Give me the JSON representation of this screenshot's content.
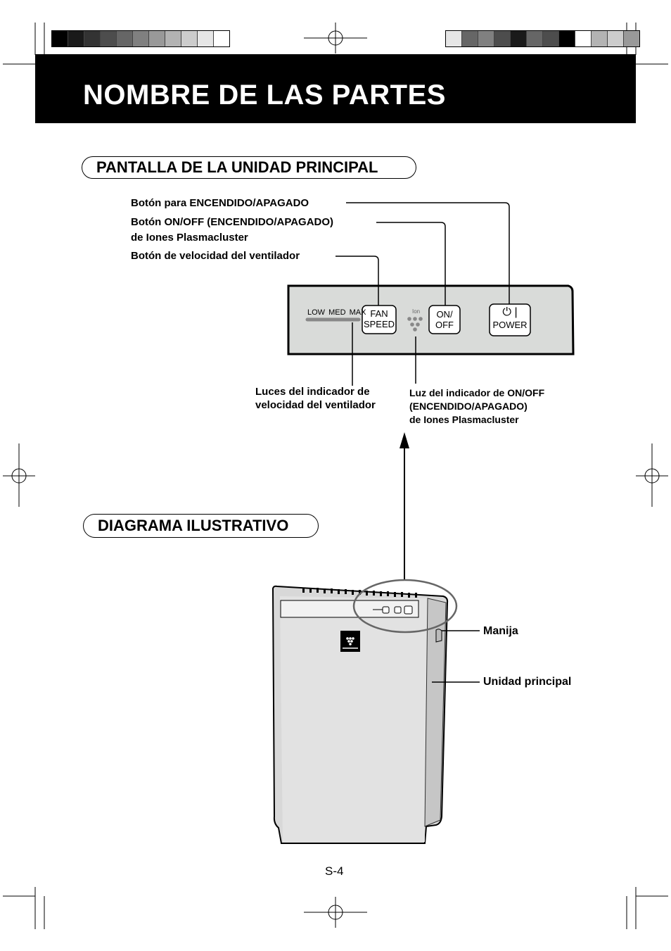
{
  "header": {
    "title": "NOMBRE DE LAS PARTES"
  },
  "sections": {
    "display": "PANTALLA DE LA UNIDAD PRINCIPAL",
    "diagram": "DIAGRAMA ILUSTRATIVO"
  },
  "display_labels": {
    "power_button": "Botón para ENCENDIDO/APAGADO",
    "ion_button_line1": "Botón ON/OFF (ENCENDIDO/APAGADO)",
    "ion_button_line2": "de Iones Plasmacluster",
    "fan_button": "Botón de velocidad del ventilador",
    "fan_lights_line1": "Luces del indicador de",
    "fan_lights_line2": "velocidad del ventilador",
    "ion_light_line1": "Luz del indicador de ON/OFF",
    "ion_light_line2": "(ENCENDIDO/APAGADO)",
    "ion_light_line3": "de Iones Plasmacluster"
  },
  "panel": {
    "speed_low": "LOW",
    "speed_med": "MED",
    "speed_max": "MAX",
    "fan_line1": "FAN",
    "fan_line2": "SPEED",
    "ion_mark": "Ion",
    "onoff_line1": "ON/",
    "onoff_line2": "OFF",
    "power_symbol": "⏻ |",
    "power": "POWER"
  },
  "unit_labels": {
    "handle": "Manija",
    "main_unit": "Unidad principal"
  },
  "footer": {
    "page_number": "S-4"
  },
  "colors": {
    "title_bar": "#000000",
    "panel": "#d9dbd9",
    "unit_body": "#d8d8d8"
  },
  "color_bars": {
    "left": [
      "#000000",
      "#1a1a1a",
      "#333333",
      "#4d4d4d",
      "#666666",
      "#808080",
      "#999999",
      "#b3b3b3",
      "#cccccc",
      "#e6e6e6",
      "#ffffff"
    ],
    "right": [
      "#e6e6e6",
      "#666666",
      "#808080",
      "#4d4d4d",
      "#1a1a1a",
      "#666666",
      "#4d4d4d",
      "#000000",
      "#ffffff",
      "#b3b3b3",
      "#cccccc",
      "#999999"
    ]
  }
}
